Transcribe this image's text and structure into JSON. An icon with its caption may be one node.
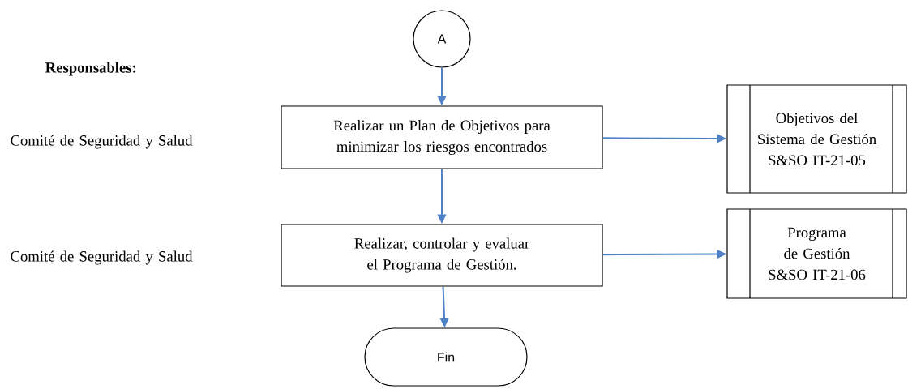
{
  "diagram": {
    "nodes": [
      {
        "text": [
          "A"
        ]
      },
      {
        "text": [
          "Realizar un Plan de Objetivos para minimizar los riesgos encontrados"
        ]
      },
      {
        "text": [
          "Realizar, controlar y evaluar el Programa de Gestión."
        ]
      },
      {
        "text": [
          "Objetivos del Sistema de Gestión S&SO IT-21-05"
        ]
      },
      {
        "text": [
          "Programa de Gestión S&SO IT-21-06"
        ]
      },
      {
        "text": [
          "Fin"
        ]
      }
    ],
    "edges": [
      {
        "from": 0,
        "to": 1,
        "arrow": "to"
      },
      {
        "from": 1,
        "to": 3,
        "arrow": "to"
      },
      {
        "from": 1,
        "to": 2,
        "arrow": "to"
      },
      {
        "from": 2,
        "to": 4,
        "arrow": "to"
      },
      {
        "from": 2,
        "to": 5,
        "arrow": "to"
      }
    ],
    "labels": [
      "Responsables:",
      "Comité de Seguridad y Salud",
      "Comité de Seguridad y Salud"
    ]
  }
}
